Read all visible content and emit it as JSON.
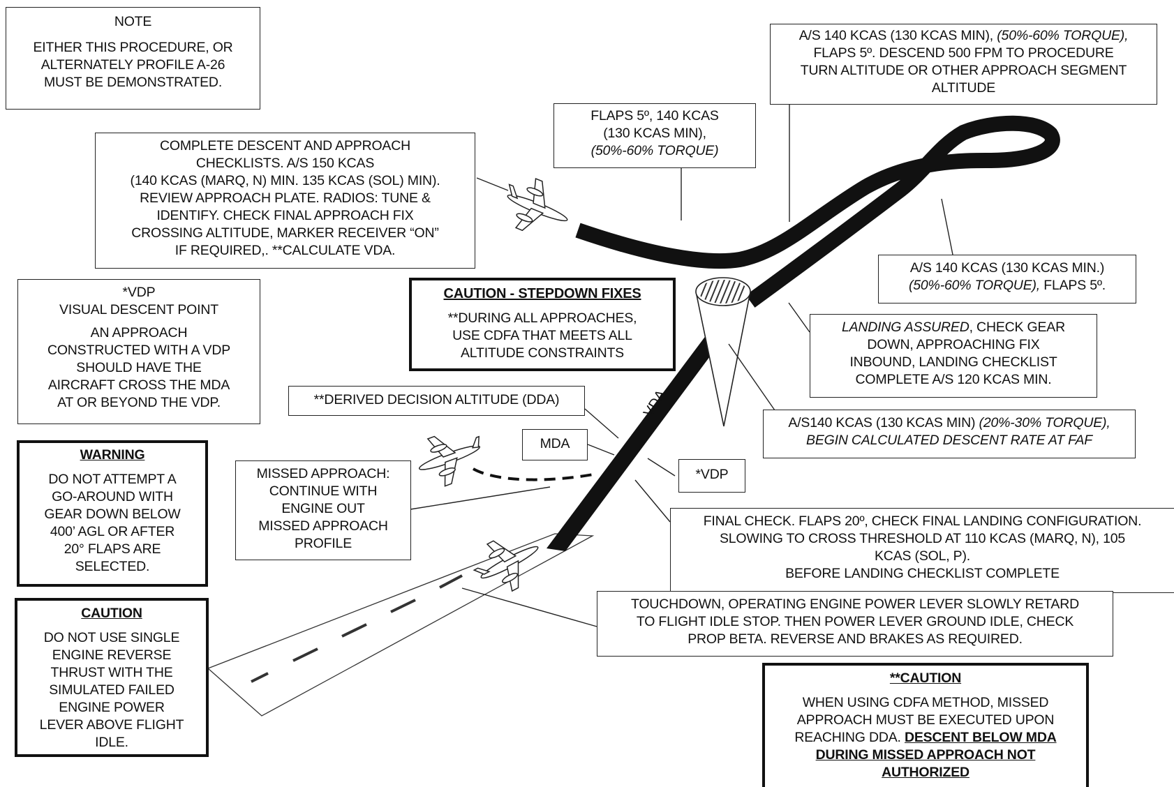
{
  "colors": {
    "ink": "#111111",
    "background": "#ffffff"
  },
  "icons": [
    "airplane-icon",
    "twin-engine-aircraft-icon"
  ],
  "note": {
    "title": "NOTE",
    "lines": [
      "EITHER  THIS  PROCEDURE,  OR",
      "ALTERNATELY  PROFILE  A-26",
      "MUST  BE  DEMONSTRATED."
    ]
  },
  "checklist_box": {
    "lines": [
      "COMPLETE  DESCENT  AND  APPROACH",
      "CHECKLISTS.   A/S 150  KCAS",
      "(140 KCAS (MARQ, N) MIN.   135 KCAS (SOL) MIN).",
      "REVIEW  APPROACH  PLATE.  RADIOS:  TUNE &",
      "IDENTIFY.   CHECK  FINAL  APPROACH  FIX",
      "CROSSING  ALTITUDE,  MARKER  RECEIVER  “ON”",
      "IF  REQUIRED,.   **CALCULATE  VDA."
    ]
  },
  "flaps_box": {
    "line1": "FLAPS 5º, 140 KCAS",
    "line2": "(130 KCAS MIN),",
    "line3": "(50%-60% TORQUE)"
  },
  "top_right_box": {
    "line1_normal": "A/S 140 KCAS (130 KCAS MIN),  ",
    "line1_italic": "(50%-60% TORQUE),",
    "lines": [
      "FLAPS 5º.  DESCEND   500 FPM  TO  PROCEDURE",
      "TURN  ALTITUDE   OR  OTHER  APPROACH  SEGMENT",
      "ALTITUDE"
    ]
  },
  "as140_box": {
    "line1": "A/S 140 KCAS (130 KCAS MIN.)",
    "line2_italic": "(50%-60% TORQUE),",
    "line2_normal": " FLAPS 5º."
  },
  "vdp_box": {
    "lines": [
      "*VDP",
      "VISUAL  DESCENT   POINT"
    ],
    "body": [
      "AN  APPROACH",
      "CONSTRUCTED   WITH  A VDP",
      "SHOULD  HAVE  THE",
      "AIRCRAFT  CROSS  THE  MDA",
      "AT  OR  BEYOND  THE  VDP."
    ]
  },
  "stepdown_caution": {
    "title": "CAUTION - STEPDOWN  FIXES",
    "lines": [
      "**DURING  ALL APPROACHES,",
      "USE  CDFA  THAT  MEETS  ALL",
      "ALTITUDE  CONSTRAINTS"
    ]
  },
  "landing_assured": {
    "line1_italic": "LANDING ASSURED",
    "line1_normal": ", CHECK  GEAR",
    "lines": [
      "DOWN,  APPROACHING  FIX",
      "INBOUND,  LANDING  CHECKLIST",
      "COMPLETE   A/S 120 KCAS MIN."
    ]
  },
  "faf_box": {
    "line1_normal": "A/S140 KCAS (130  KCAS MIN)  ",
    "line1_italic": "(20%-30% TORQUE),",
    "line2_italic": "BEGIN CALCULATED DESCENT RATE AT FAF"
  },
  "dda_label": "**DERIVED  DECISION  ALTITUDE  (DDA)",
  "mda_label": "MDA",
  "vdp_label": "*VDP",
  "vda_label": "VDA",
  "warning": {
    "title": "WARNING",
    "lines": [
      "DO  NOT  ATTEMPT   A",
      "GO-AROUND  WITH",
      "GEAR  DOWN  BELOW",
      "400’ AGL OR AFTER",
      "20° FLAPS  ARE",
      "SELECTED."
    ]
  },
  "missed_approach": {
    "lines": [
      "MISSED  APPROACH:",
      "CONTINUE   WITH",
      "ENGINE   OUT",
      "MISSED  APPROACH",
      "PROFILE"
    ]
  },
  "final_check": {
    "lines": [
      "FINAL  CHECK.  FLAPS 20º, CHECK  FINAL  LANDING  CONFIGURATION.",
      "SLOWING  TO  CROSS  THRESHOLD   AT 110 KCAS (MARQ, N), 105",
      "KCAS (SOL, P).",
      "BEFORE  LANDING  CHECKLIST  COMPLETE"
    ]
  },
  "touchdown": {
    "lines": [
      "TOUCHDOWN,  OPERATING  ENGINE  POWER  LEVER SLOWLY RETARD",
      "TO  FLIGHT  IDLE  STOP.  THEN  POWER  LEVER  GROUND  IDLE,  CHECK",
      "PROP  BETA.   REVERSE   AND  BRAKES  AS REQUIRED."
    ]
  },
  "caution_reverse": {
    "title": "CAUTION",
    "lines": [
      "DO  NOT  USE  SINGLE",
      "ENGINE   REVERSE",
      "THRUST  WITH  THE",
      "SIMULATED  FAILED",
      "ENGINE  POWER",
      "LEVER  ABOVE  FLIGHT",
      "IDLE."
    ]
  },
  "cdfa_caution": {
    "title": "**CAUTION",
    "lines": [
      "WHEN  USING  CDFA  METHOD,  MISSED",
      "APPROACH  MUST  BE  EXECUTED   UPON"
    ],
    "line3_normal": "REACHING  DDA. ",
    "line3_bold": "DESCENT  BELOW  MDA",
    "bold_lines": [
      "DURING  MISSED  APPROACH  NOT",
      "AUTHORIZED"
    ]
  }
}
